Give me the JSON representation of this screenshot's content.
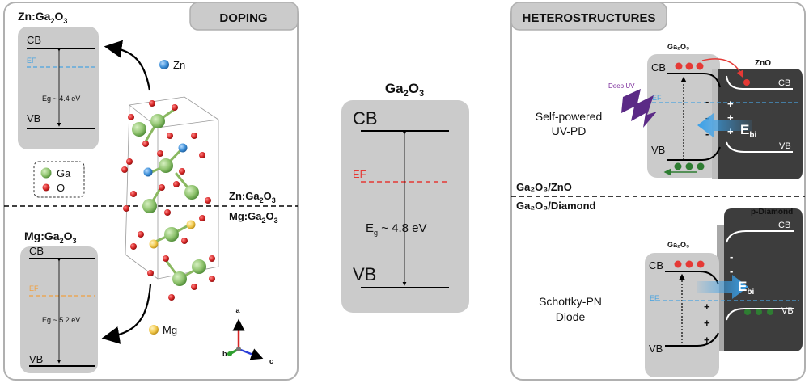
{
  "doping": {
    "title": "DOPING",
    "zn_box": {
      "title_pre": "Zn:Ga",
      "title_sub1": "2",
      "title_mid": "O",
      "title_sub2": "3",
      "cb": "CB",
      "vb": "VB",
      "ef": "EF",
      "eg": "Eg ~ 4.4 eV"
    },
    "mg_box": {
      "title_pre": "Mg:Ga",
      "title_sub1": "2",
      "title_mid": "O",
      "title_sub2": "3",
      "cb": "CB",
      "vb": "VB",
      "ef": "EF",
      "eg": "Eg ~ 5.2 eV"
    },
    "legend": {
      "ga": "Ga",
      "o": "O"
    },
    "atom_zn": "Zn",
    "atom_mg": "Mg",
    "divider_top_pre": "Zn:Ga",
    "divider_top_sub1": "2",
    "divider_top_mid": "O",
    "divider_top_sub2": "3",
    "divider_bot_pre": "Mg:Ga",
    "divider_bot_sub1": "2",
    "divider_bot_mid": "O",
    "divider_bot_sub2": "3",
    "axes": {
      "a": "a",
      "b": "b",
      "c": "c"
    }
  },
  "center": {
    "title_pre": "Ga",
    "title_sub1": "2",
    "title_mid": "O",
    "title_sub2": "3",
    "cb": "CB",
    "vb": "VB",
    "ef": "EF",
    "eg_pre": "E",
    "eg_sub": "g",
    "eg_post": " ~ 4.8 eV"
  },
  "hetero": {
    "title": "HETEROSTRUCTURES",
    "top": {
      "ga2o3_label": "Ga₂O₃",
      "zno_label": "ZnO",
      "cb_left": "CB",
      "vb_left": "VB",
      "cb_right": "CB",
      "vb_right": "VB",
      "ef": "EF",
      "deep_uv": "Deep UV",
      "ebi_pre": "E",
      "ebi_sub": "bi",
      "device_line1": "Self-powered",
      "device_line2": "UV-PD",
      "junction": "Ga₂O₃/ZnO"
    },
    "bottom": {
      "junction": "Ga₂O₃/Diamond",
      "ga2o3_label": "Ga₂O₃",
      "diamond_label": "p-Diamond",
      "cb_left": "CB",
      "vb_left": "VB",
      "cb_right": "CB",
      "vb_right": "VB",
      "ef": "EF",
      "ebi_pre": "E",
      "ebi_sub": "bi",
      "device_line1": "Schottky-PN",
      "device_line2": "Diode"
    }
  },
  "colors": {
    "panel_border": "#b0b0b0",
    "box_fill": "#cbcbcb",
    "dark_fill": "#3d3d3d",
    "ga_green": "#8fc36e",
    "o_red": "#d62626",
    "zn_blue": "#3d8fd8",
    "mg_yellow": "#f2c94c",
    "ef_red": "#e53935",
    "ef_blue": "#4aa3df",
    "ef_orange": "#f0a040",
    "ebi_blue": "#3aa0e8",
    "uv_purple": "#5b2a86"
  }
}
